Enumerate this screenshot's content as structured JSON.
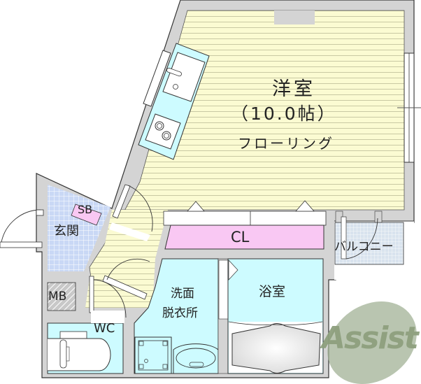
{
  "floorplan": {
    "rooms": {
      "western_room": {
        "name": "洋室",
        "size": "（10.0帖）",
        "flooring": "フローリング"
      },
      "closet": {
        "name": "CL"
      },
      "entrance": {
        "name": "玄関"
      },
      "shoe_box": {
        "name": "SB"
      },
      "meter_box": {
        "name": "MB"
      },
      "toilet": {
        "name": "WC"
      },
      "washroom": {
        "name_line1": "洗面",
        "name_line2": "脱衣所"
      },
      "bathroom": {
        "name": "浴室"
      },
      "balcony": {
        "name": "バルコニー"
      }
    },
    "colors": {
      "wall": "#d4d4d4",
      "floor_wood": "#fbfbd2",
      "floor_lines": "#c8c8a0",
      "wet_area": "#cdfbff",
      "closet": "#f9c8f3",
      "entrance_tile": "#c9d8f5",
      "balcony_tile": "#d8e2ee",
      "outline": "#333333"
    }
  },
  "watermark": {
    "text": "Assist",
    "color": "#8ea07e"
  }
}
